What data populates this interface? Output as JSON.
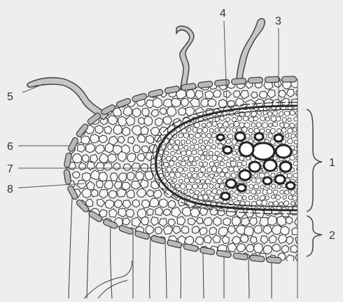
{
  "diagram": {
    "labels": [
      "1",
      "2",
      "3",
      "4",
      "5",
      "6",
      "7",
      "8"
    ],
    "colors": {
      "background": "#eeeeee",
      "ink": "#3a3a3a",
      "epidermis_fill": "#b8b8b8",
      "cell_fill": "#f7f7f7",
      "leader_line": "#555555"
    }
  }
}
